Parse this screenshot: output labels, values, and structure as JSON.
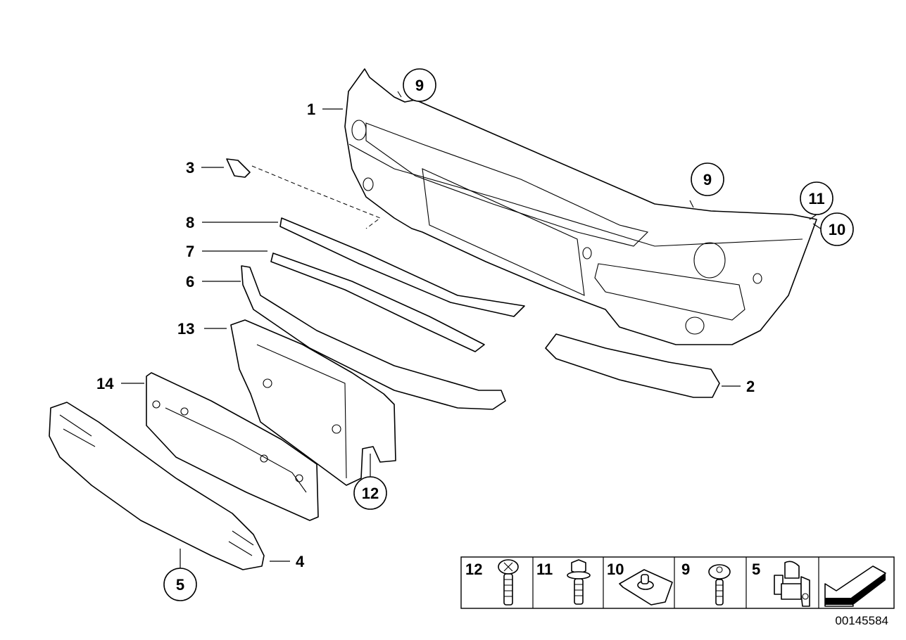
{
  "diagram": {
    "callouts": {
      "bumper_panel": "1",
      "bumper_strip": "2",
      "cap": "3",
      "lower_grille": "4",
      "clip_ref": "5",
      "trim_6": "6",
      "trim_7": "7",
      "trim_8": "8",
      "screw_ref_top": "9",
      "screw_ref_right": "9",
      "nut_ref": "10",
      "bolt_ref": "11",
      "plate_screw_ref": "12",
      "plate_holder": "13",
      "carrier": "14"
    },
    "legend": [
      {
        "label": "12",
        "icon": "screw-cross-icon"
      },
      {
        "label": "11",
        "icon": "hex-bolt-icon"
      },
      {
        "label": "10",
        "icon": "clip-nut-icon"
      },
      {
        "label": "9",
        "icon": "torx-screw-icon"
      },
      {
        "label": "5",
        "icon": "clip-icon"
      },
      {
        "label": "",
        "icon": "arrow-icon"
      }
    ],
    "reference_number": "00145584"
  }
}
